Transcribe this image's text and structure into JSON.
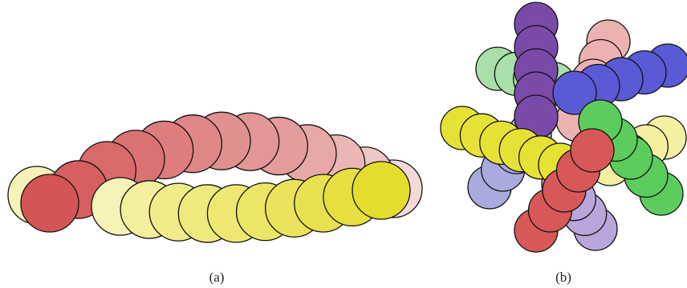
{
  "panels": [
    {
      "label": "(a)",
      "strands": [
        {
          "id": "yellow-back",
          "colors": [
            "#f6f2b8",
            "#f6f2b6",
            "#f4f0a8",
            "#f3ef9e",
            "#f2ee95",
            "#f1ec8a",
            "#efea7e",
            "#eee872",
            "#ece667",
            "#eae35b",
            "#e8e14f",
            "#e6df3f",
            "#e4dd2e"
          ]
        },
        {
          "id": "red-back",
          "colors": [
            "#f4d9d9",
            "#efc6c6",
            "#ebb6b6",
            "#e7a8a8",
            "#e59c9c",
            "#e39696",
            "#e19090",
            "#df8787",
            "#dd7d7d",
            "#db7272",
            "#d96a6a",
            "#d65f5f",
            "#d45555"
          ]
        },
        {
          "id": "yellow-front",
          "colors": [
            "#f6f2b8",
            "#f3ef9c",
            "#f1ec8a",
            "#efea7e",
            "#eee872",
            "#ece667",
            "#eae35b",
            "#e8e14f",
            "#e6df3f",
            "#e4dd2e"
          ]
        }
      ]
    },
    {
      "label": "(b)",
      "strands": [
        {
          "id": "pink",
          "color": "#ecb2b2"
        },
        {
          "id": "light-green",
          "color": "#a9dfa9"
        },
        {
          "id": "pale-yellow",
          "color": "#f3f0a2"
        },
        {
          "id": "lavender",
          "color": "#aaaade"
        },
        {
          "id": "light-purple",
          "color": "#b9a6da"
        },
        {
          "id": "purple",
          "color": "#7a4aa8"
        },
        {
          "id": "blue",
          "color": "#5a5ad6"
        },
        {
          "id": "green",
          "color": "#5ccc5c"
        },
        {
          "id": "yellow",
          "color": "#e6e235"
        },
        {
          "id": "red",
          "color": "#d65858"
        }
      ]
    }
  ]
}
